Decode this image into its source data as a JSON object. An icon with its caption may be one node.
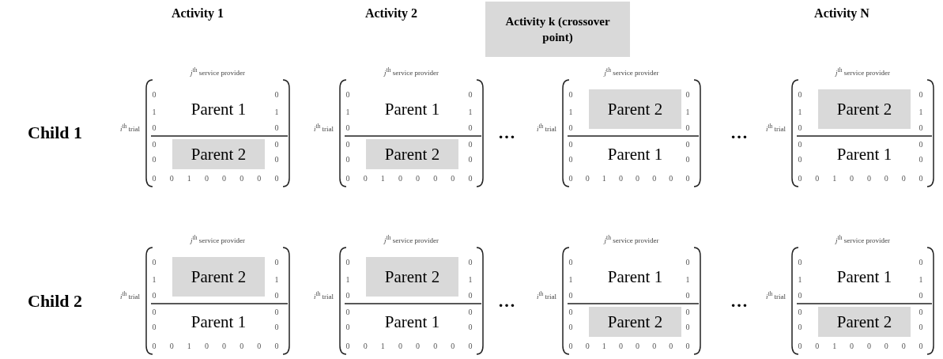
{
  "diagram": {
    "nodes": [
      {
        "text": [
          "Activity k (crossover point)"
        ]
      },
      {
        "text": [],
        "shape": "box",
        "beside": [
          "*j*$^{th}$ service provider",
          "*i*$^{th}$ trial"
        ]
      },
      {
        "text": [
          "Parent 1"
        ],
        "in": 1
      },
      {
        "text": [
          "Parent 2"
        ],
        "in": 1
      },
      {
        "text": [],
        "shape": "box",
        "beside": [
          "*j*$^{th}$ service provider",
          "*i*$^{th}$ trial"
        ]
      },
      {
        "text": [
          "Parent 1"
        ],
        "in": 4
      },
      {
        "text": [
          "Parent 2"
        ],
        "in": 4
      },
      {
        "text": [],
        "shape": "box",
        "beside": [
          "*j*$^{th}$ service provider",
          "*i*$^{th}$ trial"
        ]
      },
      {
        "text": [
          "Parent 2"
        ],
        "in": 7
      },
      {
        "text": [
          "Parent 1"
        ],
        "in": 7
      },
      {
        "text": [],
        "shape": "box",
        "beside": [
          "*j*$^{th}$ service provider",
          "*i*$^{th}$ trial"
        ]
      },
      {
        "text": [
          "Parent 2"
        ],
        "in": 10
      },
      {
        "text": [
          "Parent 1"
        ],
        "in": 10
      },
      {
        "text": [],
        "shape": "box",
        "beside": [
          "*j*$^{th}$ service provider",
          "*i*$^{th}$ trial"
        ]
      },
      {
        "text": [
          "Parent 2"
        ],
        "in": 13
      },
      {
        "text": [
          "Parent 1"
        ],
        "in": 13
      },
      {
        "text": [],
        "shape": "box",
        "beside": [
          "*j*$^{th}$ service provider",
          "*i*$^{th}$ trial"
        ]
      },
      {
        "text": [
          "Parent 2"
        ],
        "in": 16
      },
      {
        "text": [
          "Parent 1"
        ],
        "in": 16
      },
      {
        "text": [],
        "shape": "box",
        "beside": [
          "*j*$^{th}$ service provider",
          "*i*$^{th}$ trial"
        ]
      },
      {
        "text": [
          "Parent 1"
        ],
        "in": 19
      },
      {
        "text": [
          "Parent 2"
        ],
        "in": 19
      },
      {
        "text": [],
        "shape": "box",
        "beside": [
          "*j*$^{th}$ service provider",
          "*i*$^{th}$ trial"
        ]
      },
      {
        "text": [
          "Parent 1"
        ],
        "in": 22
      },
      {
        "text": [
          "Parent 2"
        ],
        "in": 22
      }
    ],
    "edges": [],
    "labels": [
      "Activity 1",
      "Activity 2",
      "Activity N",
      "Child 1",
      "…",
      "…",
      "Child 2",
      "…",
      "…",
      "0",
      "0",
      "1",
      "1",
      "0",
      "0",
      "0",
      "0",
      "0",
      "0",
      "0",
      "0",
      "1",
      "0",
      "0",
      "0",
      "0",
      "0",
      "0",
      "0",
      "1",
      "1",
      "0",
      "0",
      "0",
      "0",
      "0",
      "0",
      "0",
      "0",
      "1",
      "0",
      "0",
      "0",
      "0",
      "0",
      "0",
      "0",
      "1",
      "1",
      "0",
      "0",
      "0",
      "0",
      "0",
      "0",
      "0",
      "0",
      "1",
      "0",
      "0",
      "0",
      "0",
      "0",
      "0",
      "0",
      "1",
      "1",
      "0",
      "0",
      "0",
      "0",
      "0",
      "0",
      "0",
      "0",
      "1",
      "0",
      "0",
      "0",
      "0",
      "0",
      "0",
      "0",
      "1",
      "1",
      "0",
      "0",
      "0",
      "0",
      "0",
      "0",
      "0",
      "0",
      "1",
      "0",
      "0",
      "0",
      "0",
      "0",
      "0",
      "0",
      "1",
      "1",
      "0",
      "0",
      "0",
      "0",
      "0",
      "0",
      "0",
      "0",
      "1",
      "0",
      "0",
      "0",
      "0",
      "0",
      "0",
      "0",
      "1",
      "1",
      "0",
      "0",
      "0",
      "0",
      "0",
      "0",
      "0",
      "0",
      "1",
      "0",
      "0",
      "0",
      "0",
      "0",
      "0",
      "0",
      "1",
      "1",
      "0",
      "0",
      "0",
      "0",
      "0",
      "0",
      "0",
      "0",
      "1",
      "0",
      "0",
      "0",
      "0",
      "0"
    ]
  }
}
